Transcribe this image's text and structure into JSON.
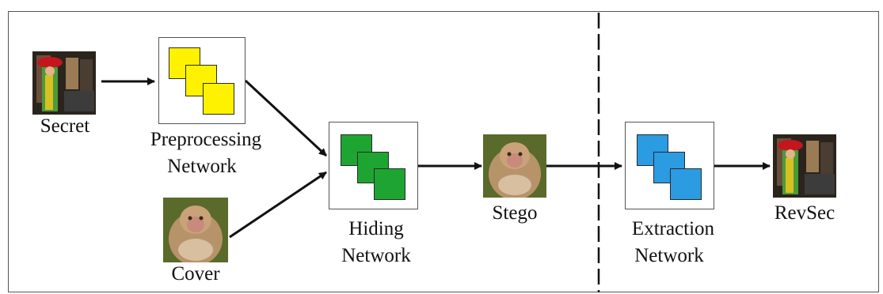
{
  "labels": {
    "secret": "Secret",
    "preprocessing_line1": "Preprocessing",
    "preprocessing_line2": "Network",
    "cover": "Cover",
    "hiding_line1": "Hiding",
    "hiding_line2": "Network",
    "stego": "Stego",
    "extraction_line1": "Extraction",
    "extraction_line2": "Network",
    "revsec": "RevSec"
  },
  "colors": {
    "preprocessing": "#fff200",
    "hiding": "#1ea531",
    "extraction": "#2b9be2",
    "arrow": "#111111"
  }
}
